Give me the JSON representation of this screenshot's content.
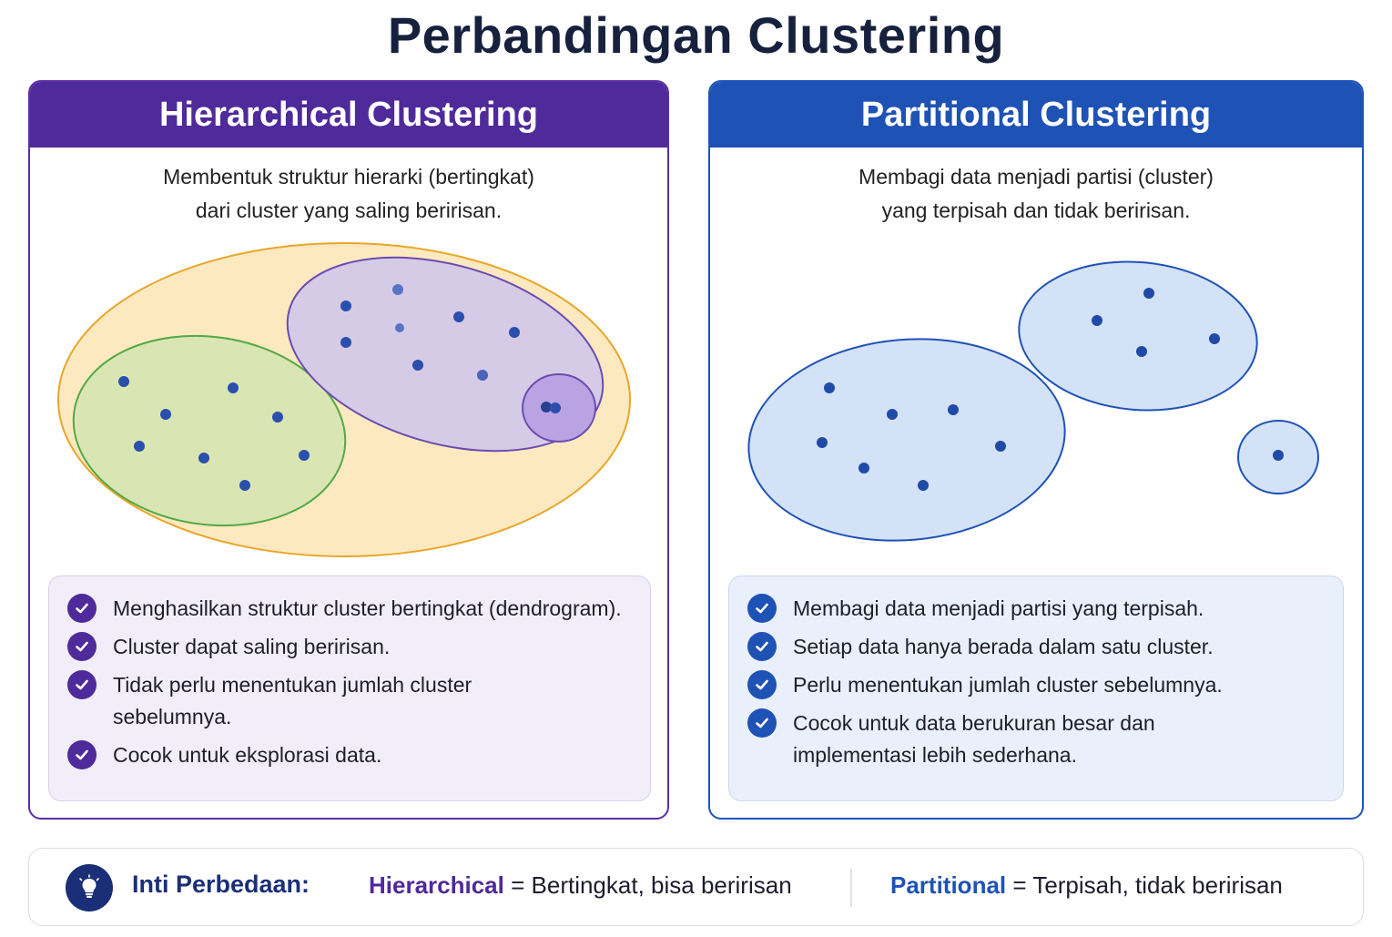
{
  "title": "Perbandingan Clustering",
  "hierarchical": {
    "header": "Hierarchical Clustering",
    "description": [
      "Membentuk struktur hierarki (bertingkat)",
      "dari cluster yang saling beririsan."
    ],
    "features": [
      "Menghasilkan struktur cluster bertingkat (dendrogram).",
      "Cluster dapat saling beririsan.",
      "Tidak perlu menentukan jumlah cluster sebelumnya.",
      "Cocok untuk eksplorasi data."
    ],
    "colors": {
      "accent": "#4f2a9a",
      "outer": "#f4b942",
      "green": "#5aa845",
      "purple": "#6b4bb0"
    }
  },
  "partitional": {
    "header": "Partitional Clustering",
    "description": [
      "Membagi data menjadi partisi (cluster)",
      "yang terpisah dan tidak beririsan."
    ],
    "features": [
      "Membagi data menjadi partisi yang terpisah.",
      "Setiap data hanya berada dalam satu cluster.",
      "Perlu menentukan jumlah cluster sebelumnya.",
      "Cocok untuk data berukuran besar dan implementasi lebih sederhana."
    ],
    "colors": {
      "accent": "#1f52b5",
      "fill": "#d3e2f7"
    }
  },
  "summary": {
    "icon": "lightbulb-icon",
    "label": "Inti Perbedaan:",
    "hierarchical_term": "Hierarchical",
    "hierarchical_text": "= Bertingkat, bisa beririsan",
    "partitional_term": "Partitional",
    "partitional_text": "= Terpisah, tidak beririsan"
  }
}
